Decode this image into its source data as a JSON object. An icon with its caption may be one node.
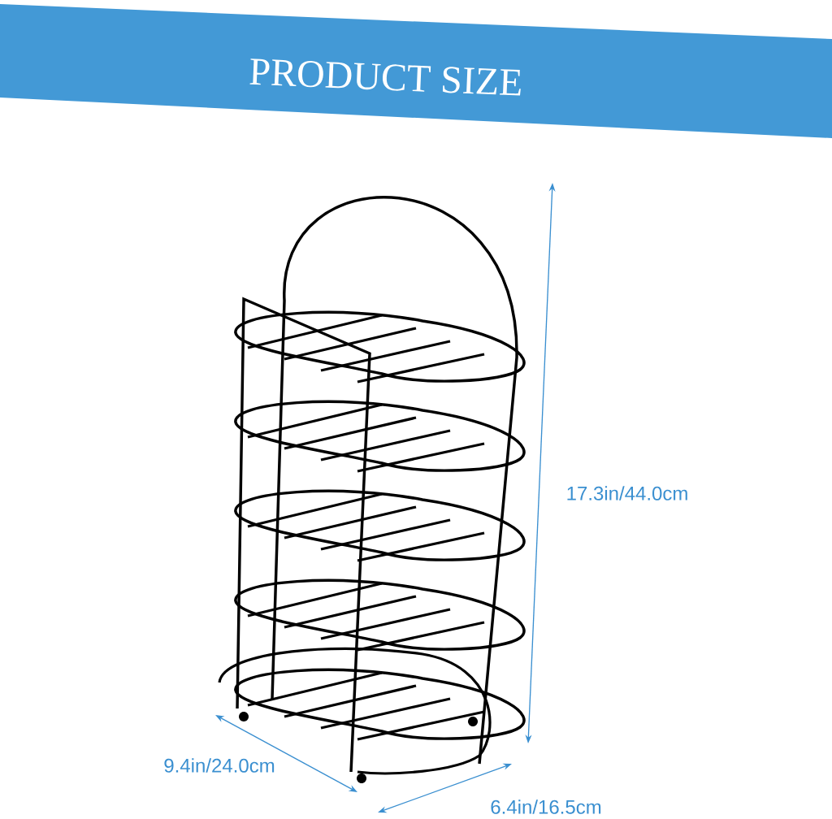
{
  "diagram": {
    "title": "PRODUCT SIZE",
    "labels": [
      "17.3in/44.0cm",
      "9.4in/24.0cm",
      "6.4in/16.5cm"
    ]
  }
}
